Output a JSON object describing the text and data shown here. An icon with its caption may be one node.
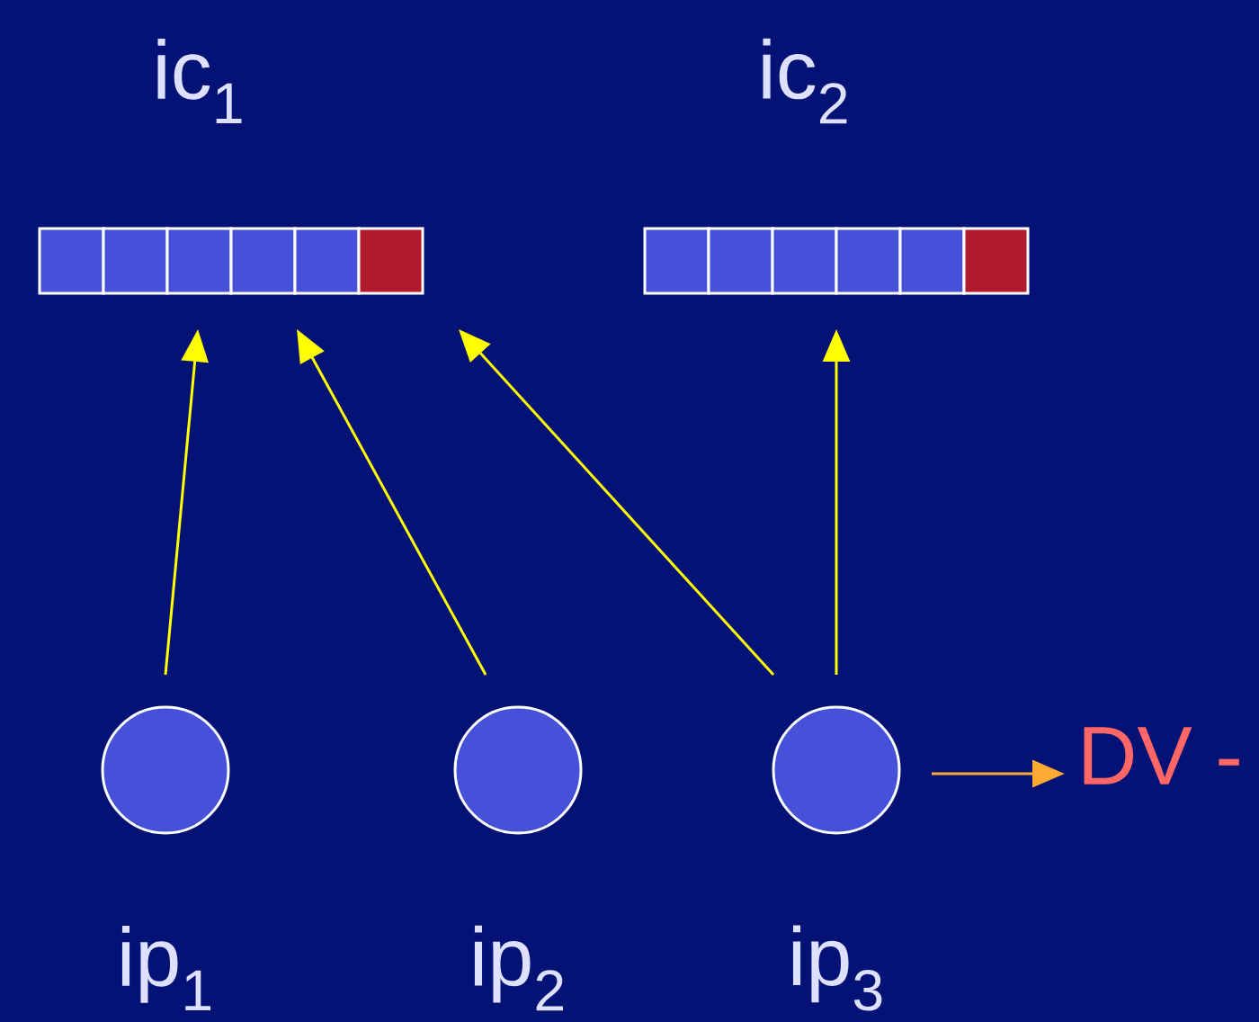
{
  "diagram": {
    "nodes": [
      {
        "text": [
          "ic$_{1}$"
        ]
      },
      {
        "text": [
          "ic$_{2}$"
        ]
      },
      {
        "text": [
          "ip$_{1}$"
        ]
      },
      {
        "text": [
          "ip$_{2}$"
        ]
      },
      {
        "text": [
          "ip$_{3}$"
        ]
      },
      {
        "text": [
          "DV -"
        ]
      }
    ],
    "edges": [
      {
        "from": 2,
        "to": 0,
        "arrow": "to"
      },
      {
        "from": 3,
        "to": 0,
        "arrow": "to"
      },
      {
        "from": 4,
        "to": 0,
        "arrow": "to"
      },
      {
        "from": 4,
        "to": 1,
        "arrow": "to"
      },
      {
        "from": 4,
        "to": 5,
        "arrow": "to",
        "color": "#ffaa33"
      }
    ]
  }
}
